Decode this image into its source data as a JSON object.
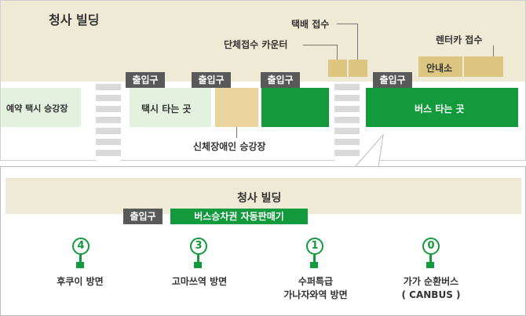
{
  "top": {
    "building_title": "청사 빌딩",
    "parcel_label": "택배 접수",
    "group_counter_label": "단체접수 카운터",
    "rental_label": "렌터카 접수",
    "info_label": "안내소",
    "reserved_taxi_label": "예약 택시 승강장",
    "taxi_label": "택시 타는 곳",
    "disabled_label": "신체장애인 승강장",
    "bus_label": "버스 타는 곳",
    "entrance_label": "출입구"
  },
  "bottom": {
    "building_title": "청사 빌딩",
    "entrance_label": "출입구",
    "ticket_machine_label": "버스승차권 자동판매기",
    "stops": [
      {
        "number": "4",
        "dest": "후쿠이 방면",
        "dest2": ""
      },
      {
        "number": "3",
        "dest": "고마쓰역 방면",
        "dest2": ""
      },
      {
        "number": "1",
        "dest": "수퍼특급",
        "dest2": "가나자와역 방면"
      },
      {
        "number": "0",
        "dest": "가가 순환버스",
        "dest2": "( CANBUS )"
      }
    ]
  },
  "colors": {
    "green": "#129a3c",
    "beige": "#efead5",
    "gold": "#ddc681",
    "entrance": "#595959"
  }
}
